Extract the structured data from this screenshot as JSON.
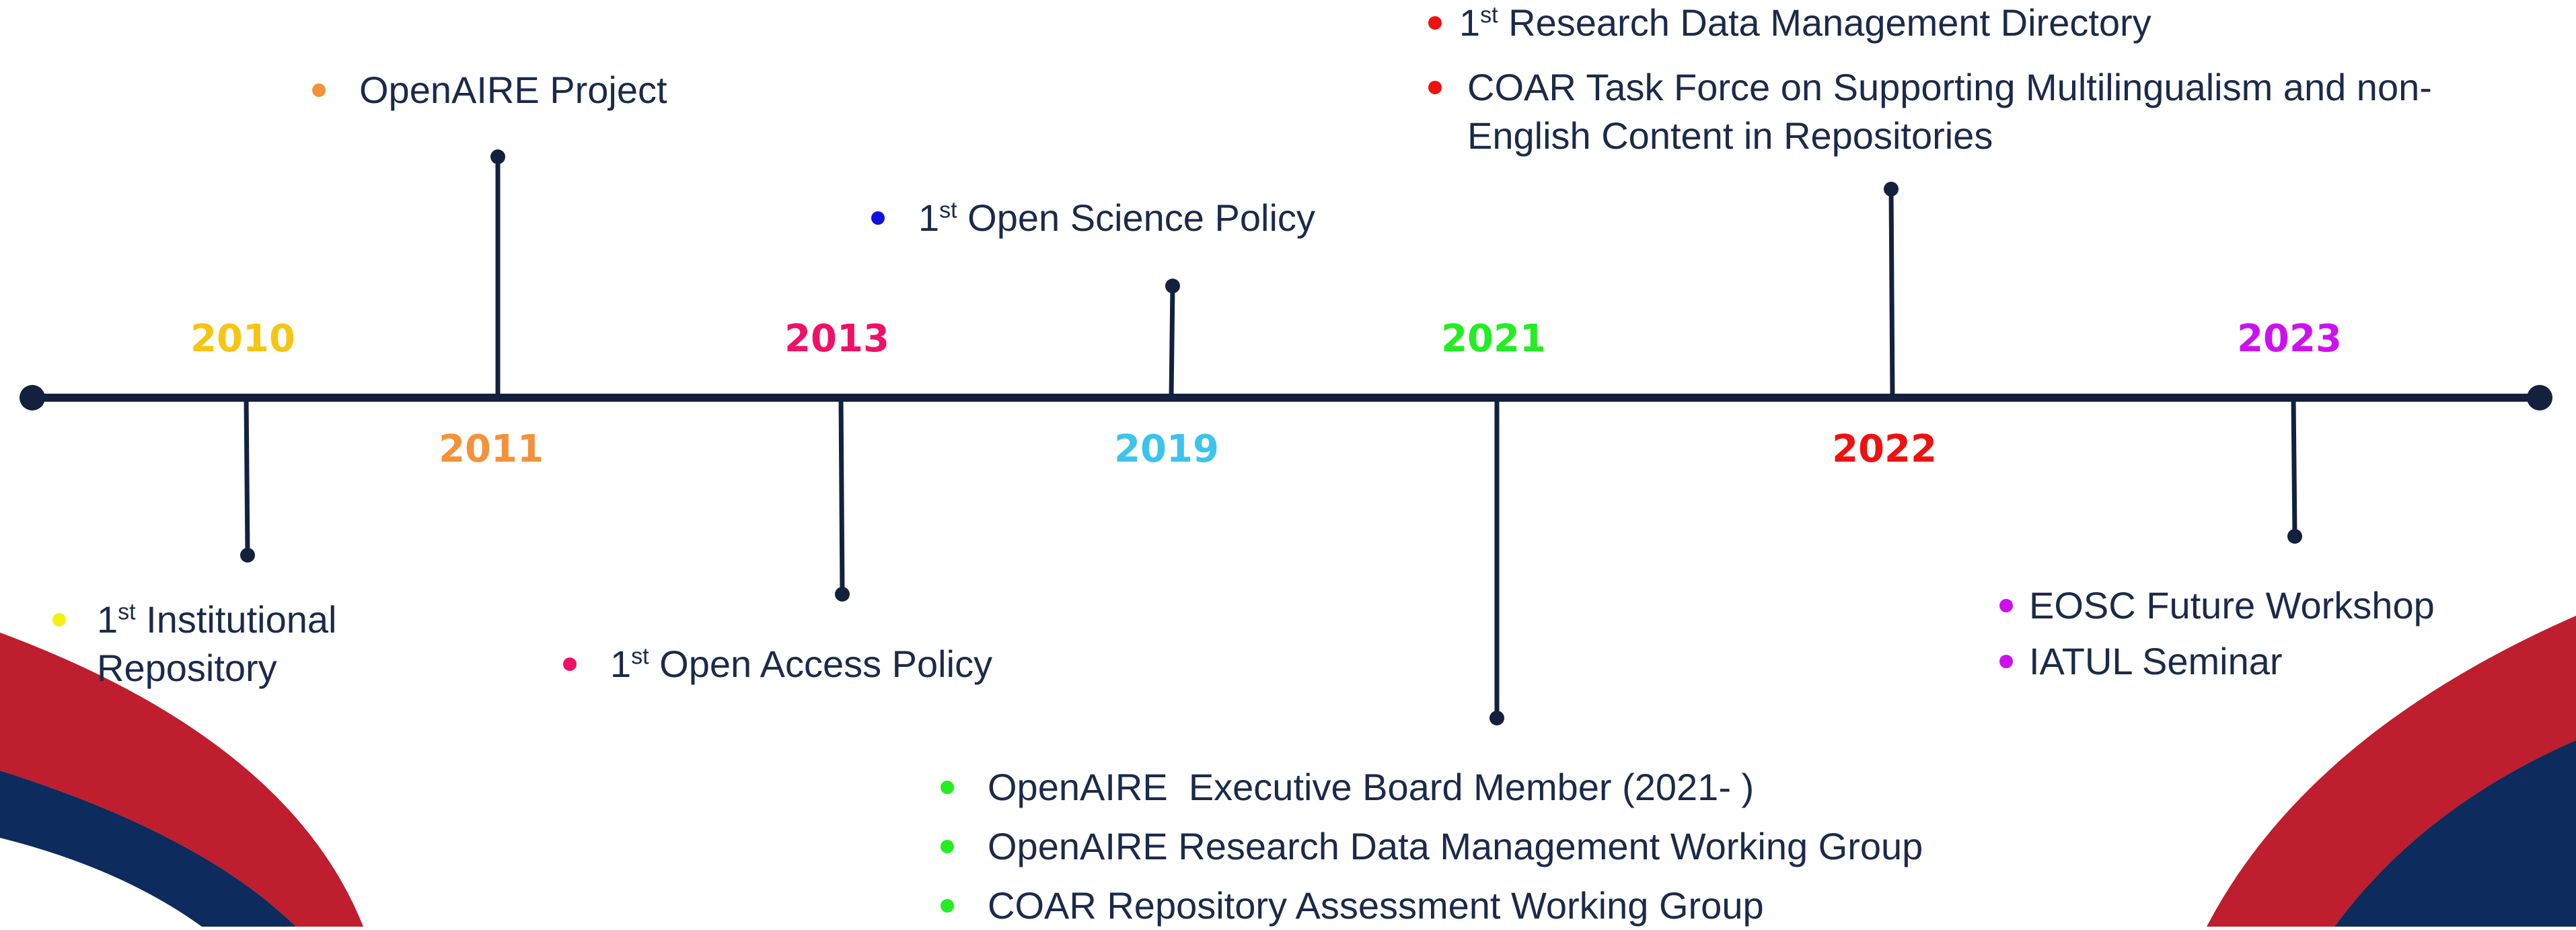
{
  "timeline": {
    "years": [
      {
        "label": "2010",
        "color": "#f6c514"
      },
      {
        "label": "2011",
        "color": "#f3923a"
      },
      {
        "label": "2013",
        "color": "#ee1166"
      },
      {
        "label": "2019",
        "color": "#3cc3ee"
      },
      {
        "label": "2021",
        "color": "#22ee22"
      },
      {
        "label": "2022",
        "color": "#ee1111"
      },
      {
        "label": "2023",
        "color": "#cc11ee"
      }
    ],
    "events": {
      "y2010": [
        {
          "ordinal": "1",
          "sup": "st",
          "line1": " Institutional",
          "line2": "Repository",
          "color": "#f5f010"
        }
      ],
      "y2011": [
        {
          "text": "OpenAIRE Project",
          "color": "#f3923a"
        }
      ],
      "y2013": [
        {
          "ordinal": "1",
          "sup": "st",
          "text": " Open Access Policy",
          "color": "#ee1166"
        }
      ],
      "y2019": [
        {
          "ordinal": "1",
          "sup": "st",
          "text": " Open Science Policy",
          "color": "#1111dd"
        }
      ],
      "y2021": [
        {
          "text": "OpenAIRE  Executive Board Member (2021- )",
          "color": "#22ee22"
        },
        {
          "text": "OpenAIRE Research Data Management Working Group",
          "color": "#22ee22"
        },
        {
          "text": "COAR Repository Assessment Working Group",
          "color": "#22ee22"
        }
      ],
      "y2022": [
        {
          "ordinal": "1",
          "sup": "st",
          "text": " Research Data Management Directory",
          "color": "#ee1111"
        },
        {
          "line1": "COAR Task Force on Supporting Multilingualism and non-",
          "line2": "English Content in Repositories",
          "color": "#ee1111"
        }
      ],
      "y2023": [
        {
          "text": "EOSC Future Workshop",
          "color": "#cc11ee"
        },
        {
          "text": "IATUL Seminar",
          "color": "#cc11ee"
        }
      ]
    },
    "line_color": "#13213f",
    "decor": {
      "red": "#be1e2d",
      "navy": "#0d2b5c"
    }
  }
}
